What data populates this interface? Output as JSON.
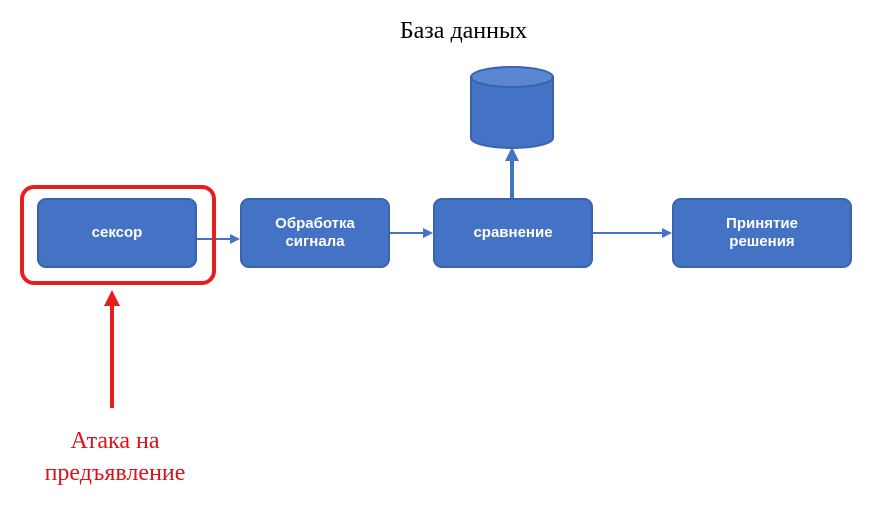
{
  "diagram": {
    "database": {
      "title": "База данных"
    },
    "nodes": {
      "sensor": "сексор",
      "processing": "Обработка\nсигнала",
      "compare": "сравнение",
      "decision": "Принятие\nрешения"
    },
    "attack": {
      "label": "Атака на\nпредъявление"
    },
    "colors": {
      "node_fill": "#4472C4",
      "arrow": "#4472C4",
      "attack": "#E51E1E",
      "background": "#FFFFFF"
    }
  }
}
